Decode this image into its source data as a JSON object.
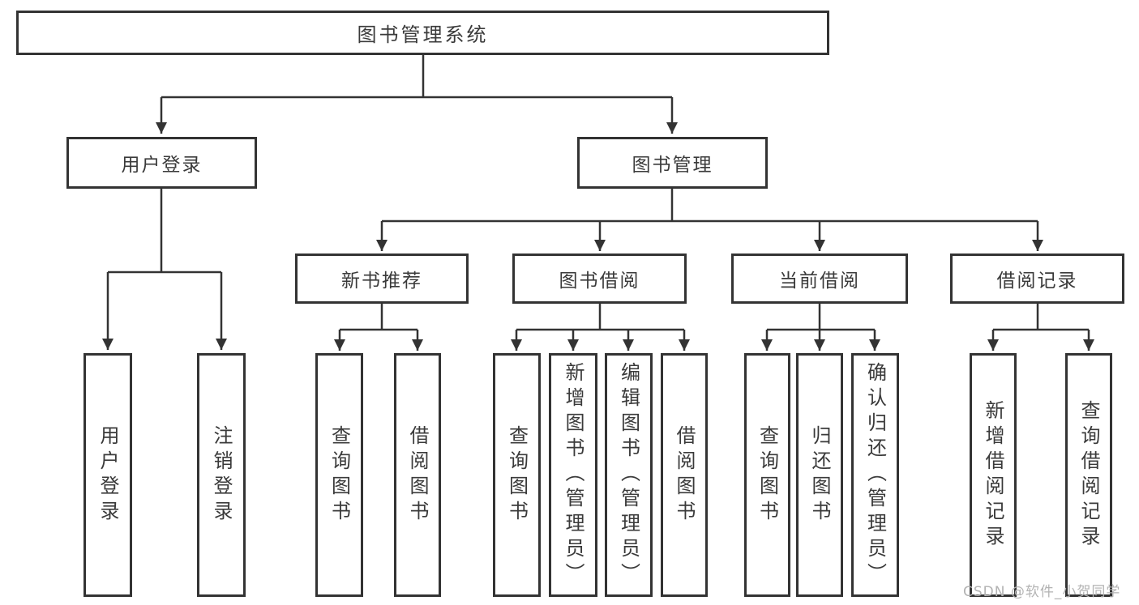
{
  "nodes": {
    "root": {
      "label": "图书管理系统"
    },
    "user_login": {
      "label": "用户登录"
    },
    "book_management": {
      "label": "图书管理"
    },
    "new_book_recommend": {
      "label": "新书推荐"
    },
    "book_borrow": {
      "label": "图书借阅"
    },
    "current_borrow": {
      "label": "当前借阅"
    },
    "borrow_records": {
      "label": "借阅记录"
    }
  },
  "leaves": {
    "user_login": [
      "用户登录",
      "注销登录"
    ],
    "new_book_recommend": [
      "查询图书",
      "借阅图书"
    ],
    "book_borrow": [
      "查询图书",
      "新增图书（管理员）",
      "编辑图书（管理员）",
      "借阅图书"
    ],
    "current_borrow": [
      "查询图书",
      "归还图书",
      "确认归还（管理员）"
    ],
    "borrow_records": [
      "新增借阅记录",
      "查询借阅记录"
    ]
  },
  "watermark": "CSDN @软件_小贺同学",
  "colors": {
    "line": "#333333",
    "text": "#3a3a3a",
    "watermark": "#b3b3b3",
    "background": "#ffffff"
  }
}
